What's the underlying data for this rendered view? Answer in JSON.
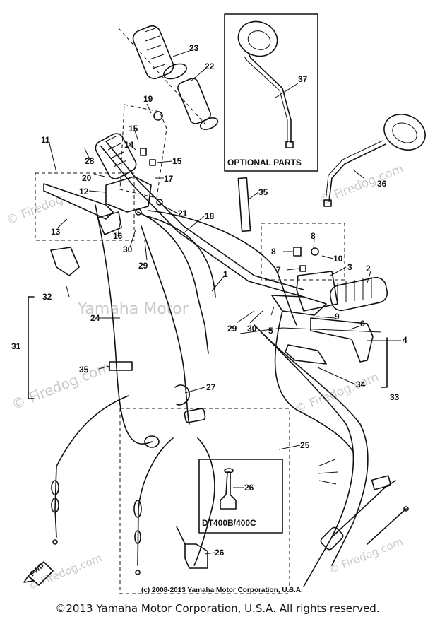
{
  "diagram": {
    "optional_parts_label": "OPTIONAL PARTS",
    "model_label": "DT400B/400C",
    "small_copyright": "(c) 2008-2013 Yamaha Motor Corporation, U.S.A.",
    "callouts": [
      "1",
      "2",
      "3",
      "4",
      "5",
      "6",
      "7",
      "8",
      "8",
      "9",
      "10",
      "11",
      "12",
      "13",
      "14",
      "15",
      "15",
      "16",
      "17",
      "18",
      "19",
      "20",
      "21",
      "22",
      "23",
      "24",
      "25",
      "26",
      "26",
      "27",
      "28",
      "29",
      "29",
      "30",
      "30",
      "31",
      "32",
      "33",
      "34",
      "35",
      "35",
      "36",
      "37"
    ],
    "fwd_label": "FWD"
  },
  "watermarks": {
    "left": "© Firedog.com",
    "center": "Yamaha Motor",
    "upper_left": "© Firedog",
    "upper_right": "© Firedog.com",
    "lower_right": "© Firedog.com",
    "bottom_left": "© Firedog.com",
    "bottom_right": "© Firedog.com"
  },
  "footer": {
    "copyright": "©2013 Yamaha Motor Corporation, U.S.A. All rights reserved."
  }
}
